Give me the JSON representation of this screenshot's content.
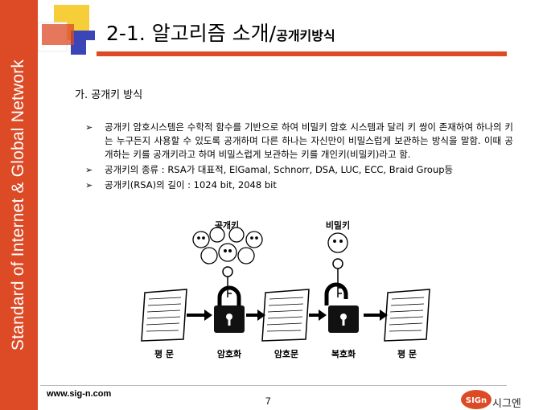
{
  "sidebar": {
    "text": "Standard of Internet & Global Network"
  },
  "title": {
    "main": "2-1. 알고리즘 소개/",
    "sub": "공개키방식"
  },
  "section": {
    "heading": "가. 공개키 방식"
  },
  "bullets": [
    {
      "arrow": "➢",
      "text": "공개키 암호시스템은 수학적 함수를 기반으로 하여 비밀키 암호 시스템과 달리 키 쌍이 존재하여 하나의 키는 누구든지 사용할 수 있도록 공개하며 다른 하나는 자신만이 비밀스럽게 보관하는 방식을 말함. 이때 공개하는 키를 공개키라고 하며 비밀스럽게 보관하는 키를 개인키(비밀키)라고 함."
    },
    {
      "arrow": "➢",
      "text": "공개키의 종류 : RSA가 대표적, ElGamal, Schnorr, DSA, LUC, ECC, Braid Group등"
    },
    {
      "arrow": "➢",
      "text": "공개키(RSA)의 길이 : 1024 bit, 2048 bit"
    }
  ],
  "diagram": {
    "public_key_label": "공개키",
    "private_key_label": "비밀키",
    "labels": [
      "평 문",
      "암호화",
      "암호문",
      "복호화",
      "평 문"
    ]
  },
  "footer": {
    "url": "www.sig-n.com",
    "page": "7",
    "logo_mark": "SIGn",
    "logo_text": "시그엔"
  },
  "colors": {
    "accent": "#dc4a26",
    "yellow": "#f5c518",
    "blue": "#3a46b8"
  }
}
